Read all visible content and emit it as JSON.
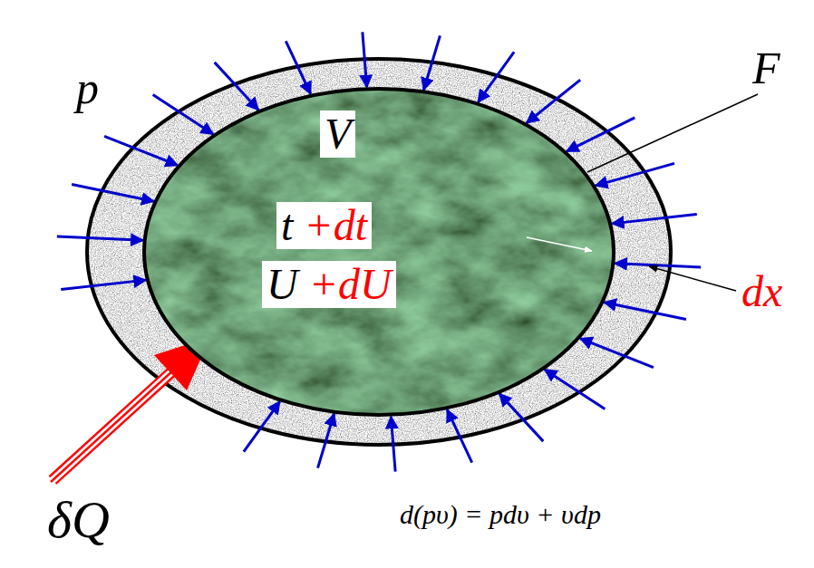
{
  "diagram": {
    "nodes": [
      {
        "text": [
          "V",
          "t",
          "+dt",
          "U",
          "+dU"
        ]
      }
    ],
    "labels": [
      "p",
      "F",
      "dx",
      "δQ",
      "d(pυ) = pdυ + υdp"
    ]
  }
}
